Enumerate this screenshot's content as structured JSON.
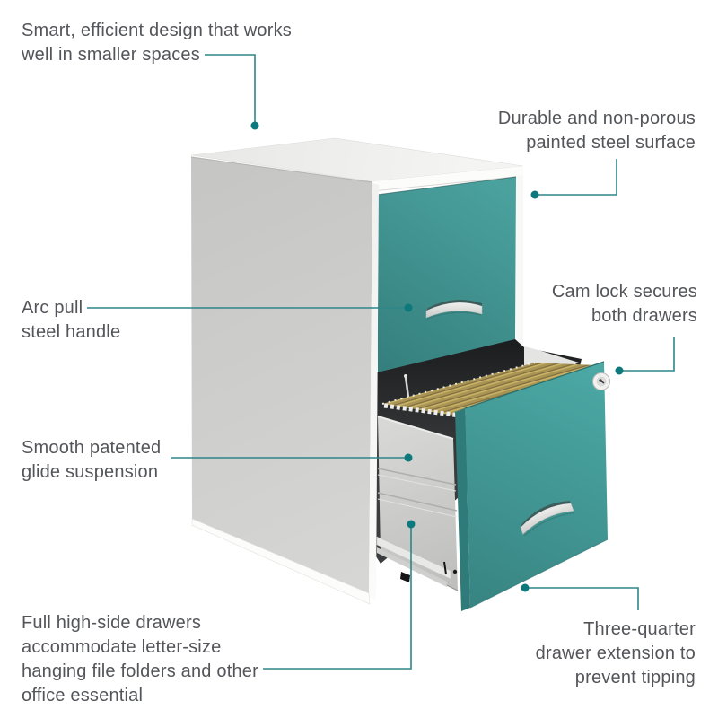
{
  "figure": {
    "type": "product-feature-infographic",
    "product": "Two-drawer vertical file cabinet with teal drawer fronts"
  },
  "palette": {
    "background": "#ffffff",
    "callout_line": "#2e8689",
    "callout_dot": "#0e797c",
    "text": "#54555a",
    "drawer_teal": "#3f928f",
    "drawer_teal_open": "#45a09d",
    "drawer_teal_fold": "#2f7b79",
    "cabinet_side_gray": "#cbcbc9",
    "cabinet_frame_white": "#fbfbfa",
    "cavity_dark": "#26282a",
    "folder_tan": "#ab9653",
    "handle_chrome": "#f2f2f1"
  },
  "callouts": [
    {
      "id": "smart-design",
      "align": "left",
      "lines": [
        "Smart, efficient design that works",
        "well in smaller spaces"
      ]
    },
    {
      "id": "steel-surface",
      "align": "right",
      "lines": [
        "Durable and non-porous",
        "painted steel surface"
      ]
    },
    {
      "id": "arc-pull",
      "align": "left",
      "lines": [
        "Arc pull",
        "steel handle"
      ]
    },
    {
      "id": "cam-lock",
      "align": "right",
      "lines": [
        "Cam lock secures",
        "both drawers"
      ]
    },
    {
      "id": "glide",
      "align": "left",
      "lines": [
        "Smooth patented",
        "glide suspension"
      ]
    },
    {
      "id": "high-side",
      "align": "left",
      "lines": [
        "Full high-side drawers",
        "accommodate letter-size",
        "hanging file folders and other",
        "office essential"
      ]
    },
    {
      "id": "three-quarter",
      "align": "right",
      "lines": [
        "Three-quarter",
        "drawer extension to",
        "prevent tipping"
      ]
    }
  ],
  "product_parts": [
    "cabinet-top",
    "cabinet-side-panel",
    "top-drawer-front",
    "top-drawer-arc-handle",
    "open-drawer-front",
    "open-drawer-arc-handle",
    "cam-lock-cylinder",
    "hanging-file-folders",
    "drawer-inner-box",
    "glide-rails",
    "drawer-cavity"
  ]
}
